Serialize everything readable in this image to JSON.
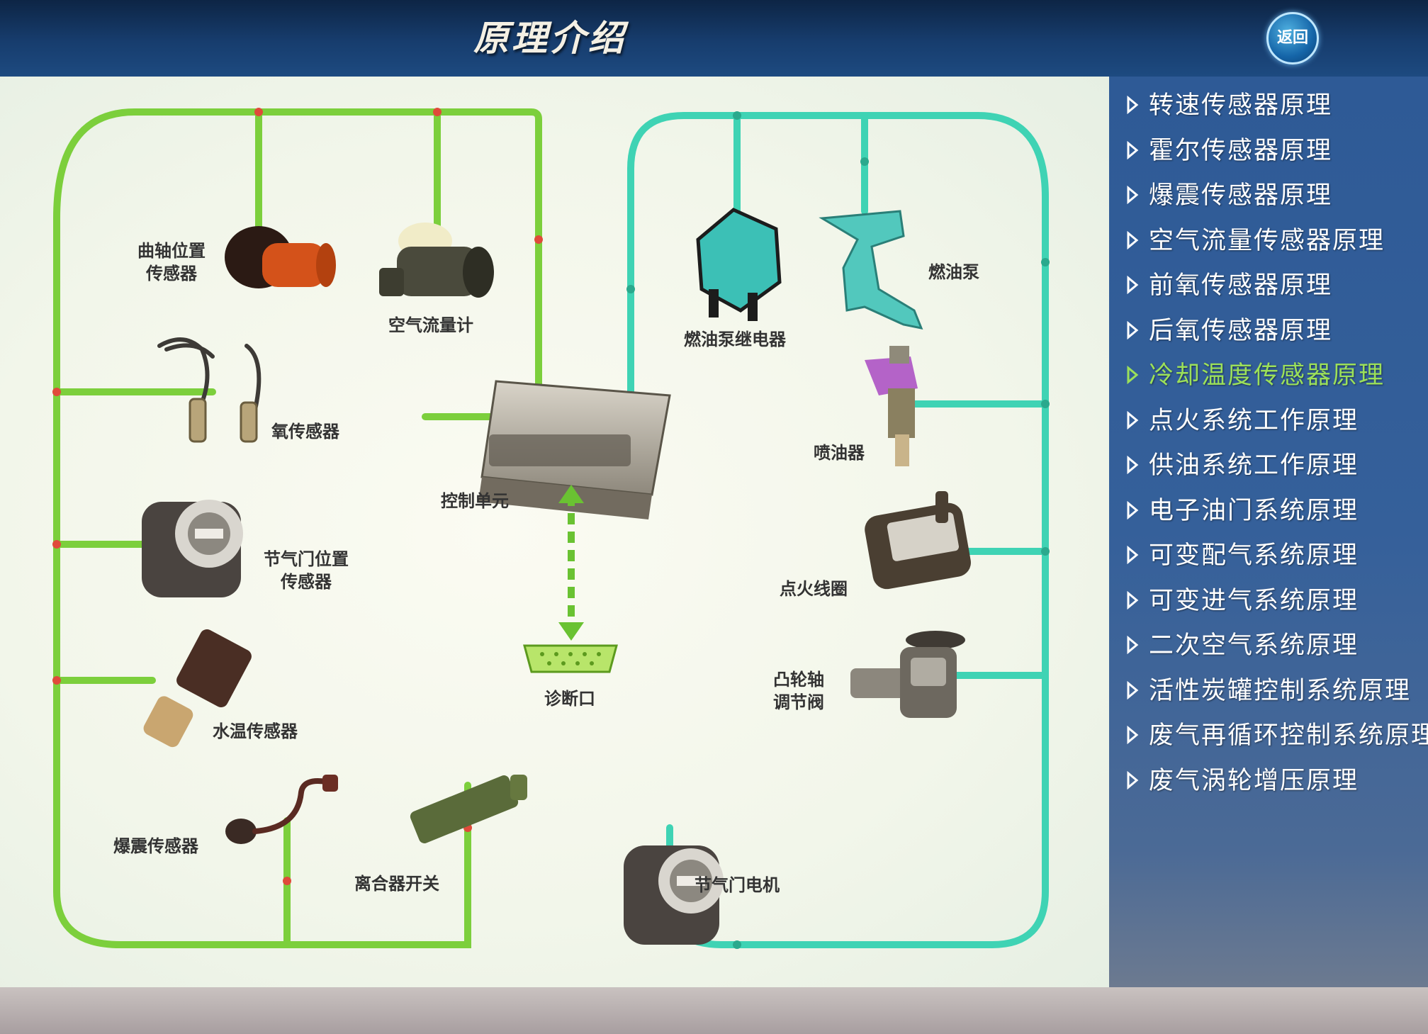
{
  "header": {
    "title": "原理介绍",
    "back_label": "返回"
  },
  "diagram": {
    "labels": {
      "crank_sensor_line1": "曲轴位置",
      "crank_sensor_line2": "传感器",
      "airflow_meter": "空气流量计",
      "oxygen_sensor": "氧传感器",
      "throttle_position_line1": "节气门位置",
      "throttle_position_line2": "传感器",
      "water_temp_sensor": "水温传感器",
      "knock_sensor": "爆震传感器",
      "clutch_switch": "离合器开关",
      "control_unit": "控制单元",
      "diagnostic_port": "诊断口",
      "fuel_pump_relay": "燃油泵继电器",
      "fuel_pump": "燃油泵",
      "injector": "喷油器",
      "ignition_coil": "点火线圈",
      "camshaft_valve_line1": "凸轮轴",
      "camshaft_valve_line2": "调节阀",
      "throttle_motor": "节气门电机"
    },
    "colors": {
      "input_line": "#7ccf3c",
      "output_line": "#3fd3b4",
      "dot": "#e04a3a"
    }
  },
  "menu": {
    "active_index": 6,
    "items": [
      "转速传感器原理",
      "霍尔传感器原理",
      "爆震传感器原理",
      "空气流量传感器原理",
      "前氧传感器原理",
      "后氧传感器原理",
      "冷却温度传感器原理",
      "点火系统工作原理",
      "供油系统工作原理",
      "电子油门系统原理",
      "可变配气系统原理",
      "可变进气系统原理",
      "二次空气系统原理",
      "活性炭罐控制系统原理",
      "废气再循环控制系统原理",
      "废气涡轮增压原理"
    ]
  }
}
